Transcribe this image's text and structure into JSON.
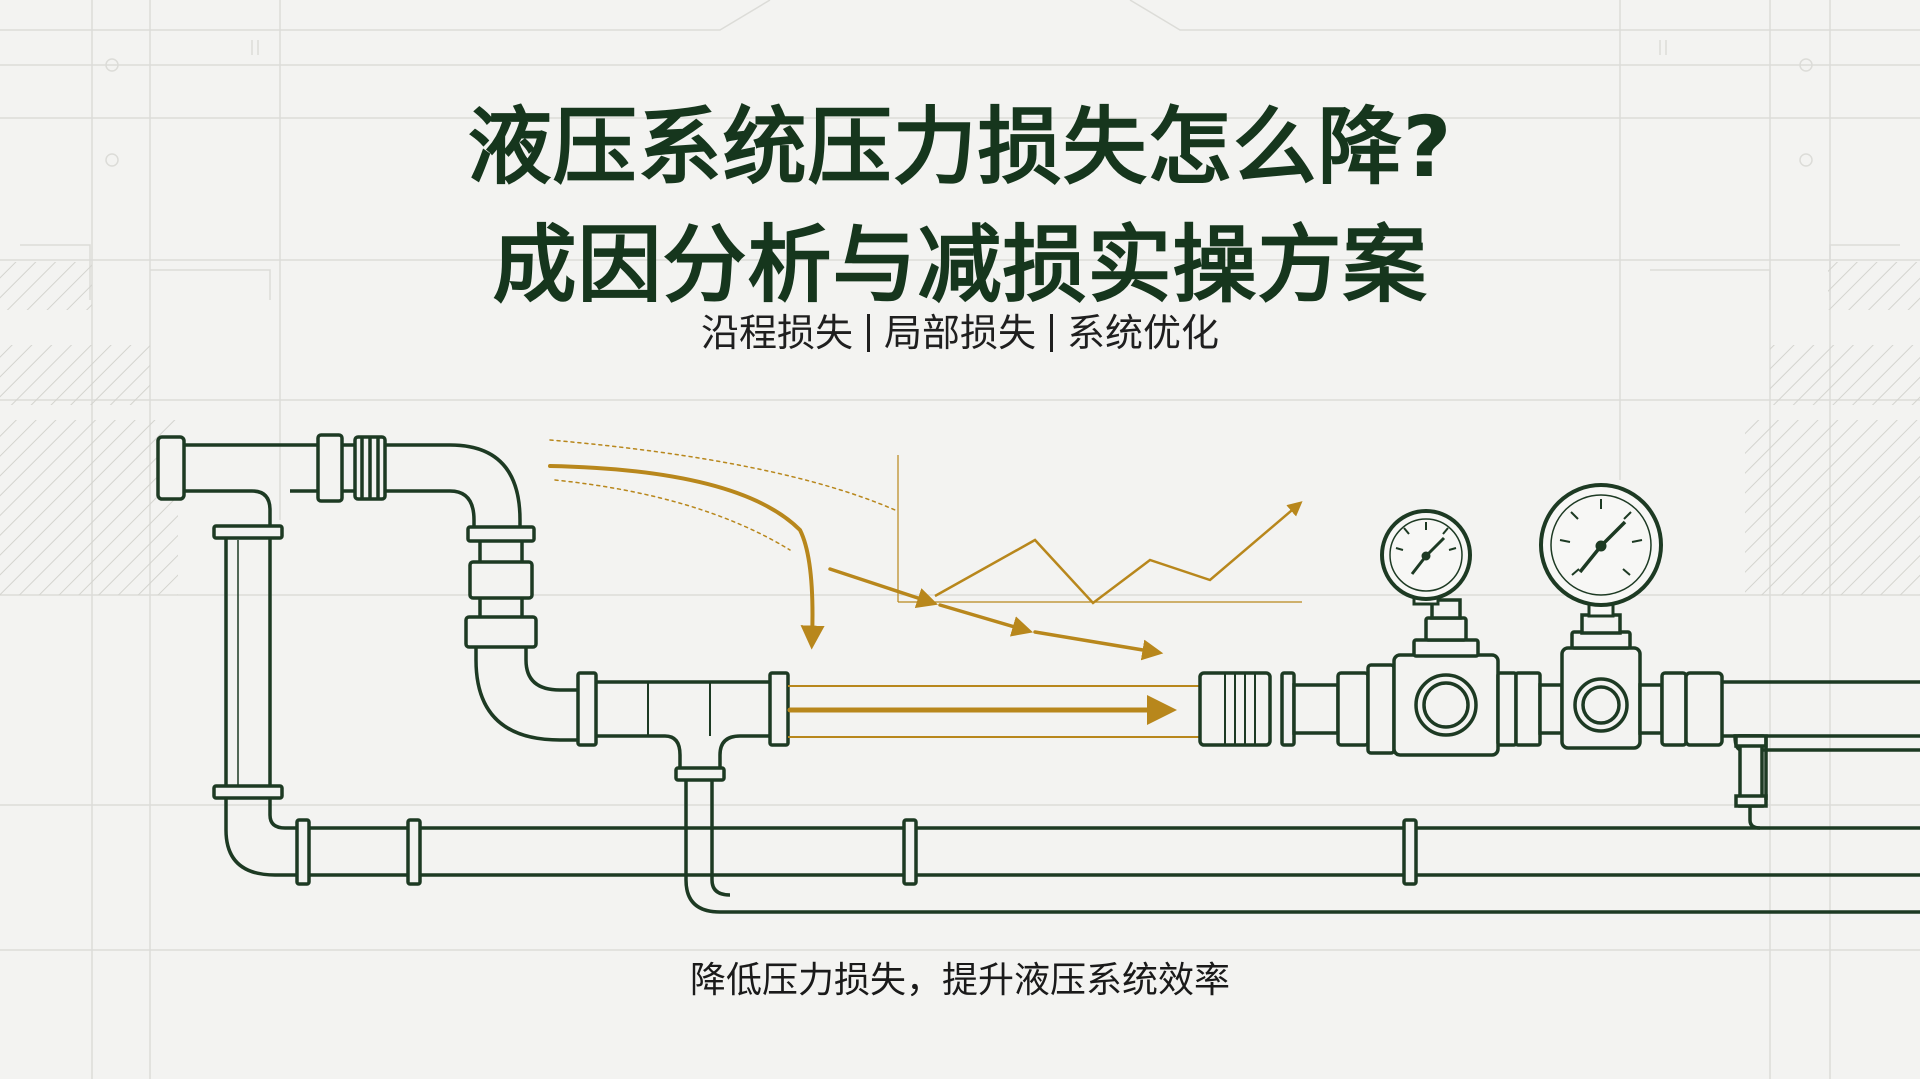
{
  "title": {
    "line1": "液压系统压力损失怎么降?",
    "line2": "成因分析与减损实操方案"
  },
  "subtitle": {
    "items": [
      "沿程损失",
      "局部损失",
      "系统优化"
    ]
  },
  "tagline": "降低压力损失，提升液压系统效率",
  "colors": {
    "background": "#f3f3f1",
    "pipe_stroke": "#1d3a23",
    "title_green": "#16361d",
    "arrow_gold": "#b8871c",
    "grid_line": "#dcdcd8"
  },
  "icons": [
    "pressure-gauge-icon",
    "flow-arrow-icon",
    "trend-line-icon",
    "valve-icon"
  ]
}
